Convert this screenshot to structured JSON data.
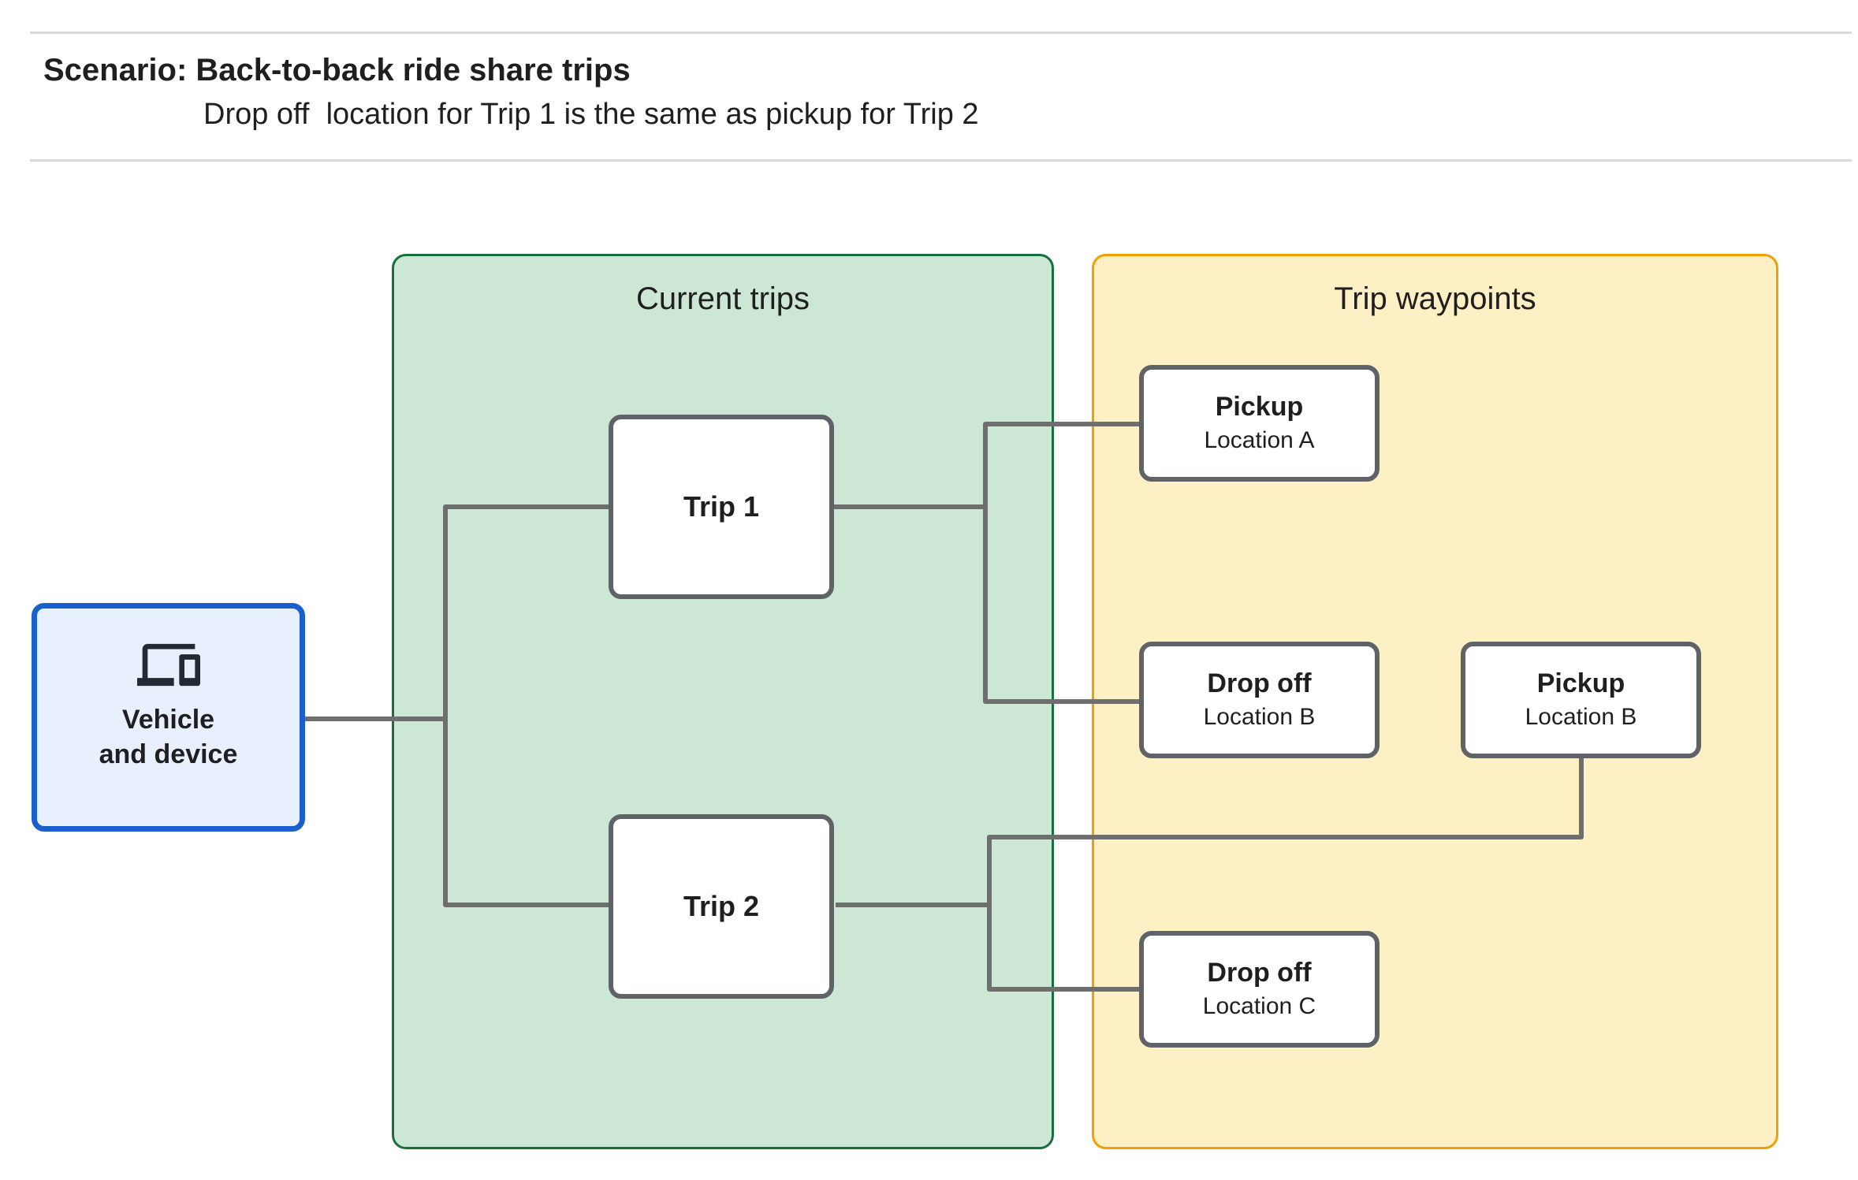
{
  "header": {
    "title": "Scenario: Back-to-back ride share trips",
    "subtitle": "Drop off  location for Trip 1 is the same as pickup for Trip 2"
  },
  "vehicle": {
    "icon": "devices-icon",
    "label_line1": "Vehicle",
    "label_line2": "and device"
  },
  "groups": {
    "current_trips": {
      "title": "Current trips"
    },
    "trip_waypoints": {
      "title": "Trip waypoints"
    }
  },
  "trips": [
    {
      "label": "Trip 1"
    },
    {
      "label": "Trip 2"
    }
  ],
  "waypoints": [
    {
      "title": "Pickup",
      "subtitle": "Location A"
    },
    {
      "title": "Drop off",
      "subtitle": "Location B"
    },
    {
      "title": "Pickup",
      "subtitle": "Location B"
    },
    {
      "title": "Drop off",
      "subtitle": "Location C"
    }
  ],
  "colors": {
    "divider": "#d9d9d9",
    "text": "#1f1f1f",
    "vehicle_fill": "#e8f0fe",
    "vehicle_border": "#1a5fce",
    "trips_fill": "#cde7d5",
    "trips_border": "#17703c",
    "waypoints_fill": "#fdf0c4",
    "waypoints_border": "#f09f05",
    "node_fill": "#ffffff",
    "node_border": "#5f6368",
    "connector": "#6e6e6e",
    "icon": "#242a32"
  }
}
